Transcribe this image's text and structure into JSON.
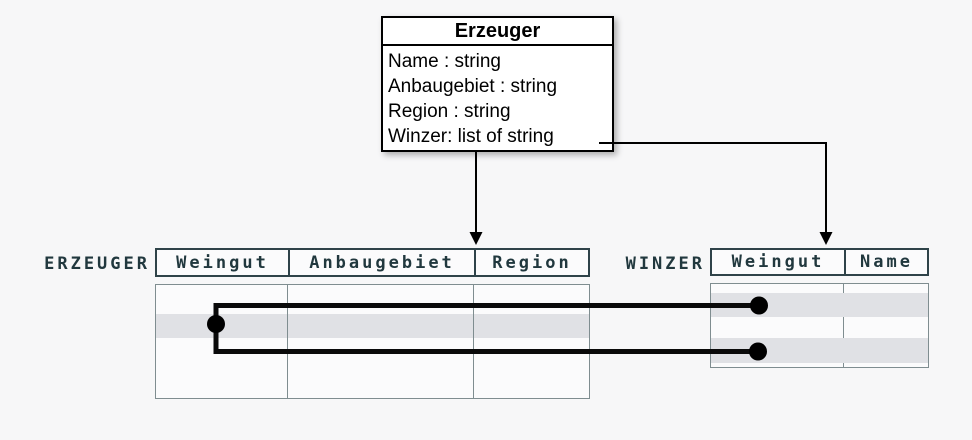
{
  "class_box": {
    "title": "Erzeuger",
    "attributes": [
      "Name : string",
      "Anbaugebiet : string",
      "Region : string",
      "Winzer: list of string"
    ]
  },
  "tables": [
    {
      "label": "ERZEUGER",
      "columns": [
        "Weingut",
        "Anbaugebiet",
        "Region"
      ],
      "cells_empty": true,
      "highlighted_row_index": 2
    },
    {
      "label": "WINZER",
      "columns": [
        "Weingut",
        "Name"
      ],
      "cells_empty": true,
      "highlighted_row_indices": [
        2,
        4
      ]
    }
  ],
  "connections": [
    {
      "type": "arrow",
      "from": "Erzeuger class box bottom",
      "to": "ERZEUGER table header"
    },
    {
      "type": "arrow",
      "from": "Winzer: list of string attribute",
      "to": "WINZER table header"
    },
    {
      "type": "row-link",
      "from": "ERZEUGER highlighted row",
      "to": "WINZER highlighted row 1"
    },
    {
      "type": "row-link",
      "from": "ERZEUGER highlighted row",
      "to": "WINZER highlighted row 2"
    }
  ],
  "colors": {
    "page_background": "#f7f7f8",
    "class_box_background": "#ffffff",
    "class_box_border": "#000000",
    "header_border": "#2f4349",
    "header_text": "#21383e",
    "body_border": "#7f8d90",
    "row_highlight": "#e0e1e5",
    "connector": "#0a0a0a"
  }
}
